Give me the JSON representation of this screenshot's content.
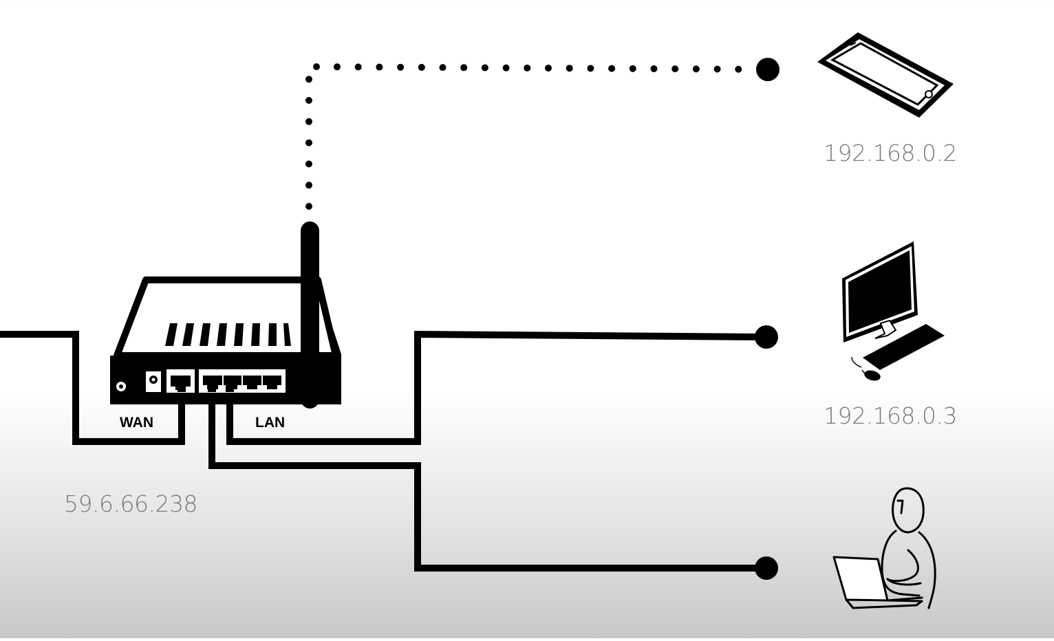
{
  "router": {
    "wan_label": "WAN",
    "lan_label": "LAN",
    "wan_ip": "59.6.66.238"
  },
  "devices": [
    {
      "id": "phone",
      "icon": "smartphone-icon",
      "ip": "192.168.0.2",
      "link": "wireless"
    },
    {
      "id": "desktop",
      "icon": "desktop-computer-icon",
      "ip": "192.168.0.3",
      "link": "wired"
    },
    {
      "id": "laptop-user",
      "icon": "person-laptop-icon",
      "ip": "",
      "link": "wired"
    }
  ],
  "colors": {
    "line": "#000000",
    "label": "#7a7a7a"
  }
}
